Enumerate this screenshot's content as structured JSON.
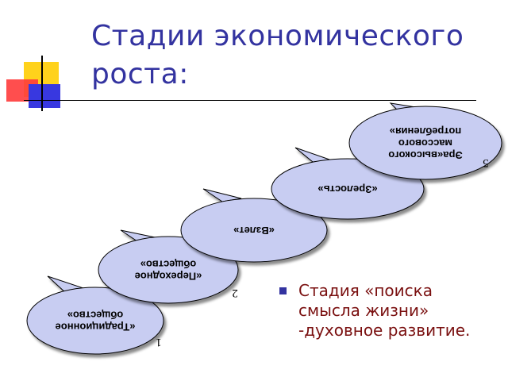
{
  "slide": {
    "title": "Стадии экономического роста:",
    "stages": [
      {
        "number": "1",
        "lines": [
          "«Традиционное",
          "общество»"
        ]
      },
      {
        "number": "2",
        "lines": [
          "«Переходное",
          "общество»"
        ]
      },
      {
        "number": "",
        "lines": [
          "«Взлет»"
        ]
      },
      {
        "number": "",
        "lines": [
          "«Зрелость»"
        ]
      },
      {
        "number": "5",
        "lines": [
          "Эра«высокого",
          "массового",
          "потребления»"
        ]
      }
    ],
    "info_text": "Стадия «поиска смысла жизни» -духовное развитие."
  },
  "colors": {
    "title": "#3333a0",
    "bubble_fill": "#c8cdf2",
    "bubble_stroke": "#000000",
    "info_text": "#7a1010",
    "bullet": "#3333a0"
  }
}
